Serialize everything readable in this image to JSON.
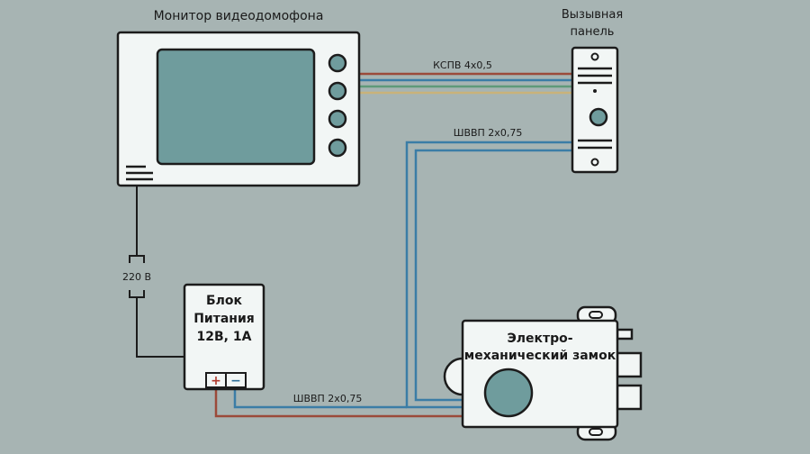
{
  "labels": {
    "monitor_title": "Монитор видеодомофона",
    "panel_title_line1": "Вызывная",
    "panel_title_line2": "панель",
    "cable_kspv": "КСПВ 4х0,5",
    "cable_shvvp_top": "ШВВП 2х0,75",
    "cable_shvvp_bottom": "ШВВП 2х0,75",
    "mains": "220 В",
    "psu_line1": "Блок",
    "psu_line2": "Питания",
    "psu_line3": "12В, 1А",
    "terminal_plus": "+",
    "terminal_minus": "−",
    "lock_line1": "Электро-",
    "lock_line2": "механический замок"
  },
  "colors": {
    "background": "#a7b4b3",
    "device_fill": "#f2f6f5",
    "device_stroke": "#1c1c1c",
    "screen": "#6f9c9d",
    "wire_red": "#9b4a3a",
    "wire_blue": "#3b7da6",
    "wire_green": "#5f9a7a",
    "wire_tan": "#c9b27a",
    "wire_black": "#1c1c1c"
  }
}
